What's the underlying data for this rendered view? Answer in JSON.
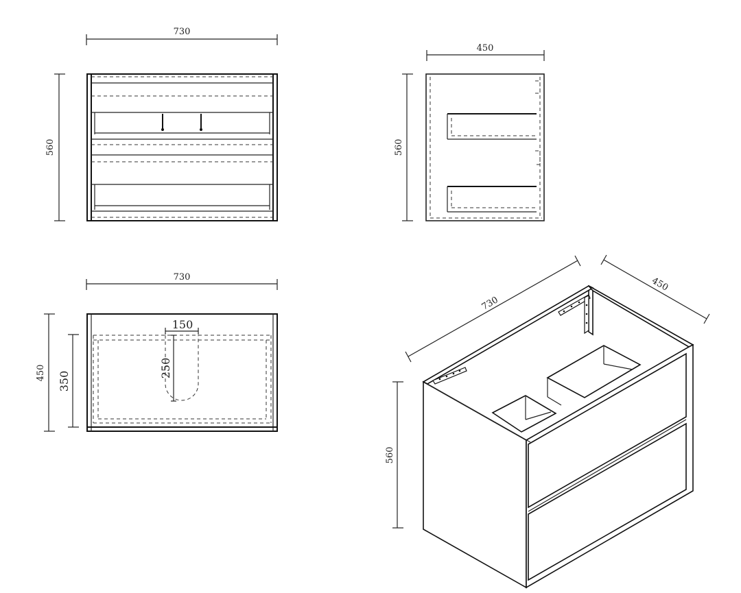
{
  "front_view": {
    "width_label": "730",
    "height_label": "560"
  },
  "side_view": {
    "depth_label": "450",
    "height_label": "560"
  },
  "top_view": {
    "width_label": "730",
    "depth_label": "450",
    "inner_depth_label": "350",
    "cutout_width_label": "150",
    "cutout_depth_label": "250"
  },
  "iso_view": {
    "width_label": "730",
    "depth_label": "450",
    "height_label": "560"
  }
}
